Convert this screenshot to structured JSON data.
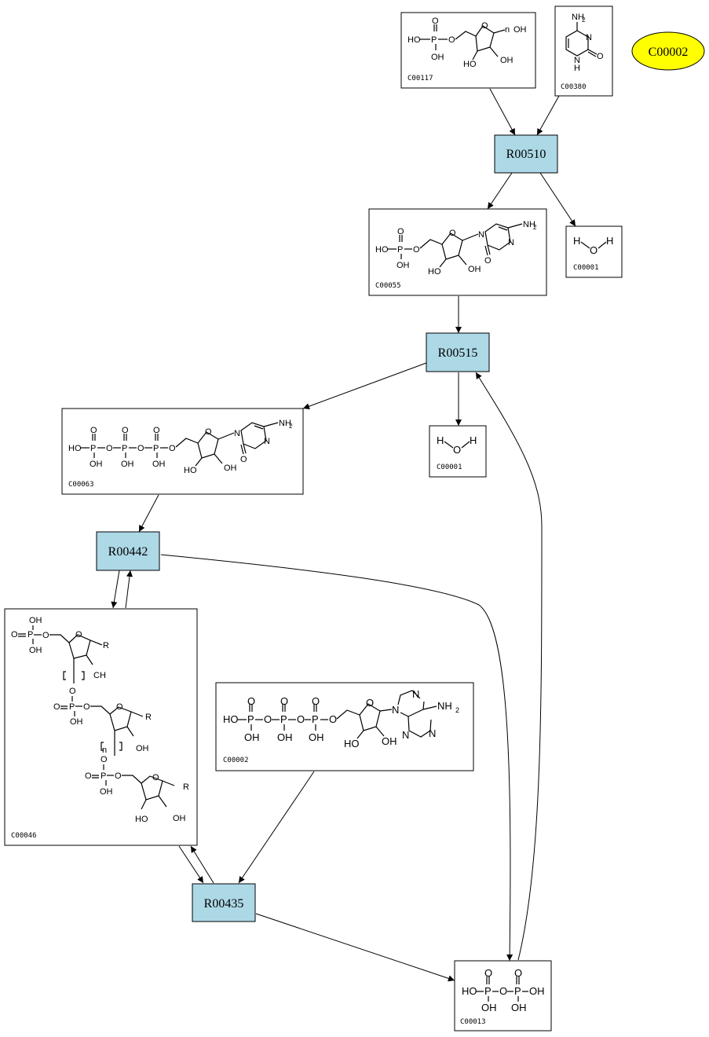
{
  "reactions": [
    {
      "id": "r1",
      "label": "R00510"
    },
    {
      "id": "r2",
      "label": "R00515"
    },
    {
      "id": "r3",
      "label": "R00442"
    },
    {
      "id": "r4",
      "label": "R00435"
    }
  ],
  "compounds": [
    {
      "id": "c117",
      "label": "C00117"
    },
    {
      "id": "c380",
      "label": "C00380"
    },
    {
      "id": "c055",
      "label": "C00055"
    },
    {
      "id": "c001a",
      "label": "C00001"
    },
    {
      "id": "c001b",
      "label": "C00001"
    },
    {
      "id": "c063",
      "label": "C00063"
    },
    {
      "id": "c046",
      "label": "C00046"
    },
    {
      "id": "c002",
      "label": "C00002"
    },
    {
      "id": "c013",
      "label": "C00013"
    }
  ],
  "highlight": {
    "label": "C00002",
    "color": "#ffff00"
  },
  "colors": {
    "reaction_fill": "#add8e6"
  },
  "atoms": {
    "oh": "OH",
    "ho": "HO",
    "o": "O",
    "p": "P",
    "n": "N",
    "nh2": "NH",
    "two": "2",
    "h": "H",
    "r": "R",
    "ch": "CH",
    "n_sub": "n"
  }
}
